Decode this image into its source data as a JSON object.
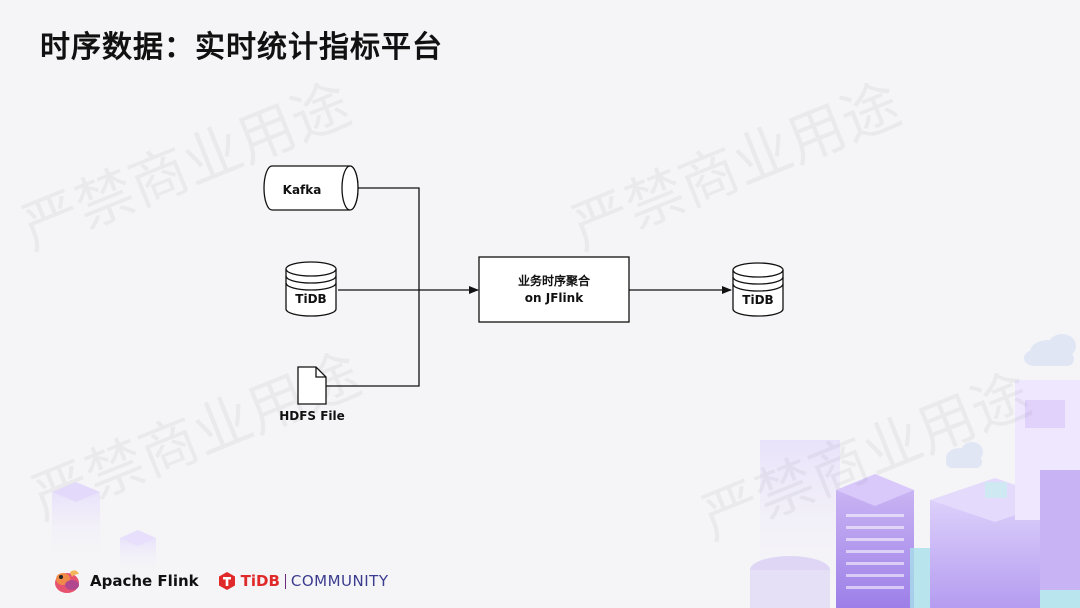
{
  "slide": {
    "title": "时序数据：实时统计指标平台",
    "watermark": "严禁商业用途"
  },
  "diagram": {
    "nodes": {
      "kafka": "Kafka",
      "tidb_source": "TiDB",
      "hdfs": "HDFS File",
      "processor_line1": "业务时序聚合",
      "processor_line2": "on JFlink",
      "tidb_sink": "TiDB"
    }
  },
  "footer": {
    "flink_label": "Apache Flink",
    "tidb_label": "TiDB",
    "community_label": "COMMUNITY"
  },
  "colors": {
    "line": "#111111",
    "tidb_red": "#e02a2a",
    "community_blue": "#3b3b8f",
    "decor_purple": "#b8a2f0"
  }
}
